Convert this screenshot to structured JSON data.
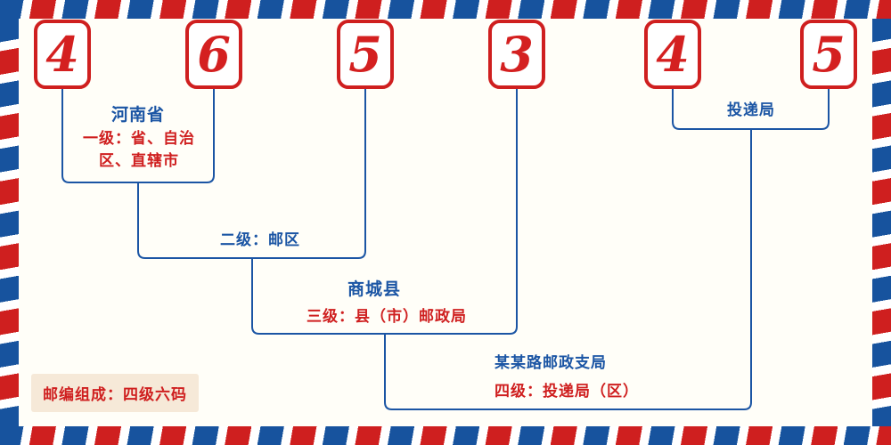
{
  "postal_code": {
    "digits": [
      "4",
      "6",
      "5",
      "3",
      "4",
      "5"
    ]
  },
  "labels": {
    "province_name": "河南省",
    "level1_desc": "一级：省、自治区、直辖市",
    "level2_desc": "二级：邮区",
    "county_name": "商城县",
    "level3_desc": "三级：县（市）邮政局",
    "branch_name": "某某路邮政支局",
    "level4_desc": "四级：投递局（区）",
    "delivery_name": "投递局",
    "footer_note": "邮编组成：四级六码"
  },
  "colors": {
    "line_blue": "#1b55a4",
    "text_blue": "#1b55a4",
    "accent_red": "#cf1f1f",
    "badge_bg": "#f6e9d8",
    "background": "#fffef8"
  }
}
